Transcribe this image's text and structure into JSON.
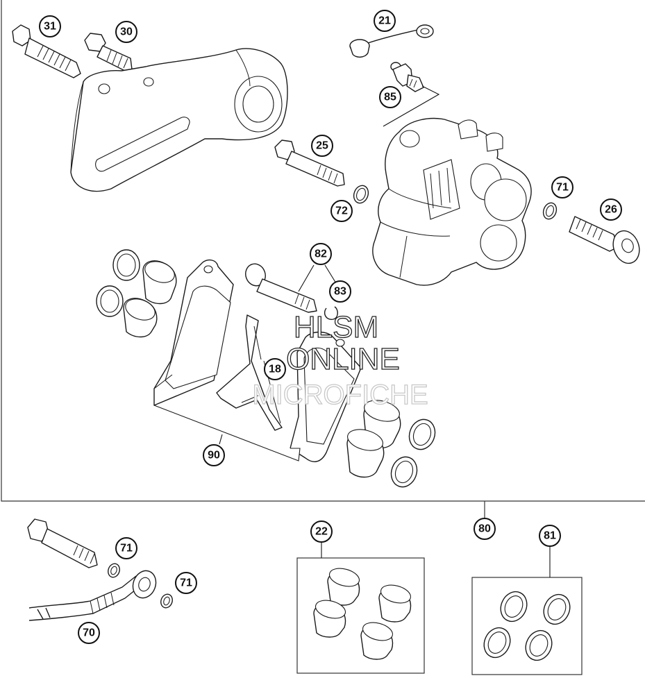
{
  "diagram": {
    "callouts": {
      "c31": "31",
      "c30": "30",
      "c21": "21",
      "c85": "85",
      "c25": "25",
      "c72": "72",
      "c71a": "71",
      "c26": "26",
      "c82": "82",
      "c83": "83",
      "c18": "18",
      "c90": "90",
      "c80": "80",
      "c71b": "71",
      "c71c": "71",
      "c70": "70",
      "c22": "22",
      "c81": "81"
    },
    "watermark": {
      "line1": "HLSM",
      "line2": "ONLINE",
      "line3": "MICROFICHE"
    }
  }
}
